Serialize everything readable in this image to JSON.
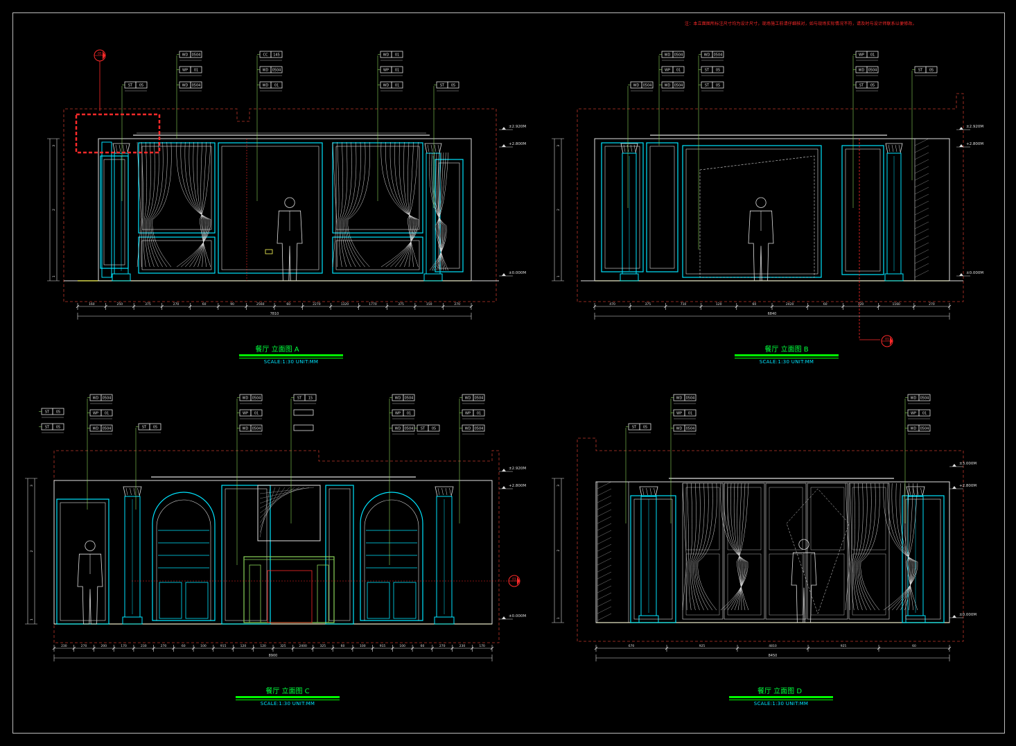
{
  "note": "注：本立面图所标注尺寸均为设计尺寸，现场施工前请仔细核对，如与现场实际情况不符，请及时与设计师联系以便修改。",
  "elevations": [
    {
      "id": "A",
      "title": "餐厅 立面图 A",
      "scale": "SCALE:1:30 UNIT:MM",
      "total_width": "7810",
      "height_labels": [
        "±2.920M",
        "+2.800M",
        "±0.000M"
      ],
      "callouts": [
        "WD 0504",
        "WP 01",
        "WD 0504",
        "CC 145",
        "WD 0504",
        "WD 01",
        "WD 01",
        "WP 01",
        "WD 01",
        "ST 05",
        "ST 05"
      ],
      "dims": [
        "160",
        "250",
        "375",
        "270",
        "60",
        "90",
        "2560",
        "60",
        "2270",
        "1320",
        "1770",
        "375",
        "150",
        "270"
      ]
    },
    {
      "id": "B",
      "title": "餐厅 立面图 B",
      "scale": "SCALE:1:30 UNIT:MM",
      "total_width": "6840",
      "height_labels": [
        "±2.920M",
        "+2.800M",
        "±0.000M"
      ],
      "callouts": [
        "WD 0504",
        "WP 01",
        "WD 0504",
        "WD 0504",
        "ST 05",
        "ST 05",
        "WD 0504",
        "WP 01",
        "WD 0504",
        "ST 05",
        "ST 05"
      ],
      "dims": [
        "470",
        "375",
        "710",
        "120",
        "60",
        "2420",
        "60",
        "120",
        "1160",
        "270"
      ]
    },
    {
      "id": "C",
      "title": "餐厅 立面图 C",
      "scale": "SCALE:1:30 UNIT:MM",
      "total_width": "8900",
      "height_labels": [
        "±2.920M",
        "+2.800M",
        "±0.000M"
      ],
      "callouts": [
        "ST 05",
        "ST 05",
        "WD 0504",
        "WP 01",
        "WD 0504",
        "ST 05",
        "WD 0504",
        "WP 01",
        "WD 0504",
        "ST 15",
        "WD 0504",
        "WP 01",
        "WD 0504",
        "ST 05",
        "WD 0504",
        "WP 01",
        "WD 0504"
      ],
      "dims": [
        "230",
        "270",
        "200",
        "170",
        "230",
        "270",
        "60",
        "100",
        "915",
        "120",
        "120",
        "325",
        "2400",
        "325",
        "60",
        "100",
        "915",
        "100",
        "60",
        "270",
        "230",
        "170"
      ]
    },
    {
      "id": "D",
      "title": "餐厅 立面图 D",
      "scale": "SCALE:1:30 UNIT:MM",
      "total_width": "8450",
      "height_labels": [
        "±3.000M",
        "+2.800M",
        "±0.000M"
      ],
      "callouts": [
        "ST 05",
        "WD 0504",
        "WP 01",
        "WD 0504",
        "WD 0504",
        "WP 01",
        "WD 0504"
      ],
      "dims": [
        "670",
        "925",
        "4810",
        "925",
        "60"
      ]
    }
  ],
  "colors": {
    "line_cyan": "#00e5ff",
    "line_white": "#e0e0e0",
    "line_yellow": "#ffff5a",
    "line_green": "#8bd65a",
    "red": "#ff2a2a",
    "dash_red": "#c0392b",
    "title_green": "#00ff3c"
  }
}
